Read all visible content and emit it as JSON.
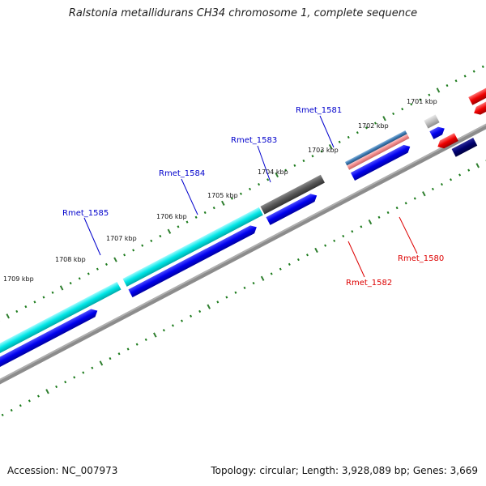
{
  "title": "Ralstonia metallidurans CH34 chromosome 1, complete sequence",
  "footer": {
    "accession": "Accession: NC_007973",
    "stats": "Topology: circular; Length: 3,928,089 bp; Genes: 3,669"
  },
  "kbp_ticks": [
    "1701 kbp",
    "1702 kbp",
    "1703 kbp",
    "1704 kbp",
    "1705 kbp",
    "1706 kbp",
    "1707 kbp",
    "1708 kbp",
    "1709 kbp"
  ],
  "gene_labels": {
    "rmet_1581": "Rmet_1581",
    "rmet_1583": "Rmet_1583",
    "rmet_1584": "Rmet_1584",
    "rmet_1585": "Rmet_1585",
    "rmet_1580": "Rmet_1580",
    "rmet_1582": "Rmet_1582"
  },
  "colors": {
    "forward_label": "#0000cc",
    "reverse_label": "#dd0000",
    "backbone": "#8c8c8c",
    "tick_minor": "#1a7a1a",
    "tick_major": "#2f7f2f",
    "cyan": "#00e6e6",
    "blue": "#0000ee",
    "dark_gray": "#555555",
    "steel_blue": "#3a78b0",
    "pink": "#f08a8a",
    "red": "#ee0000",
    "light_gray": "#bdbdbd",
    "navy": "#00006e",
    "sky_blue": "#2aaee6"
  }
}
